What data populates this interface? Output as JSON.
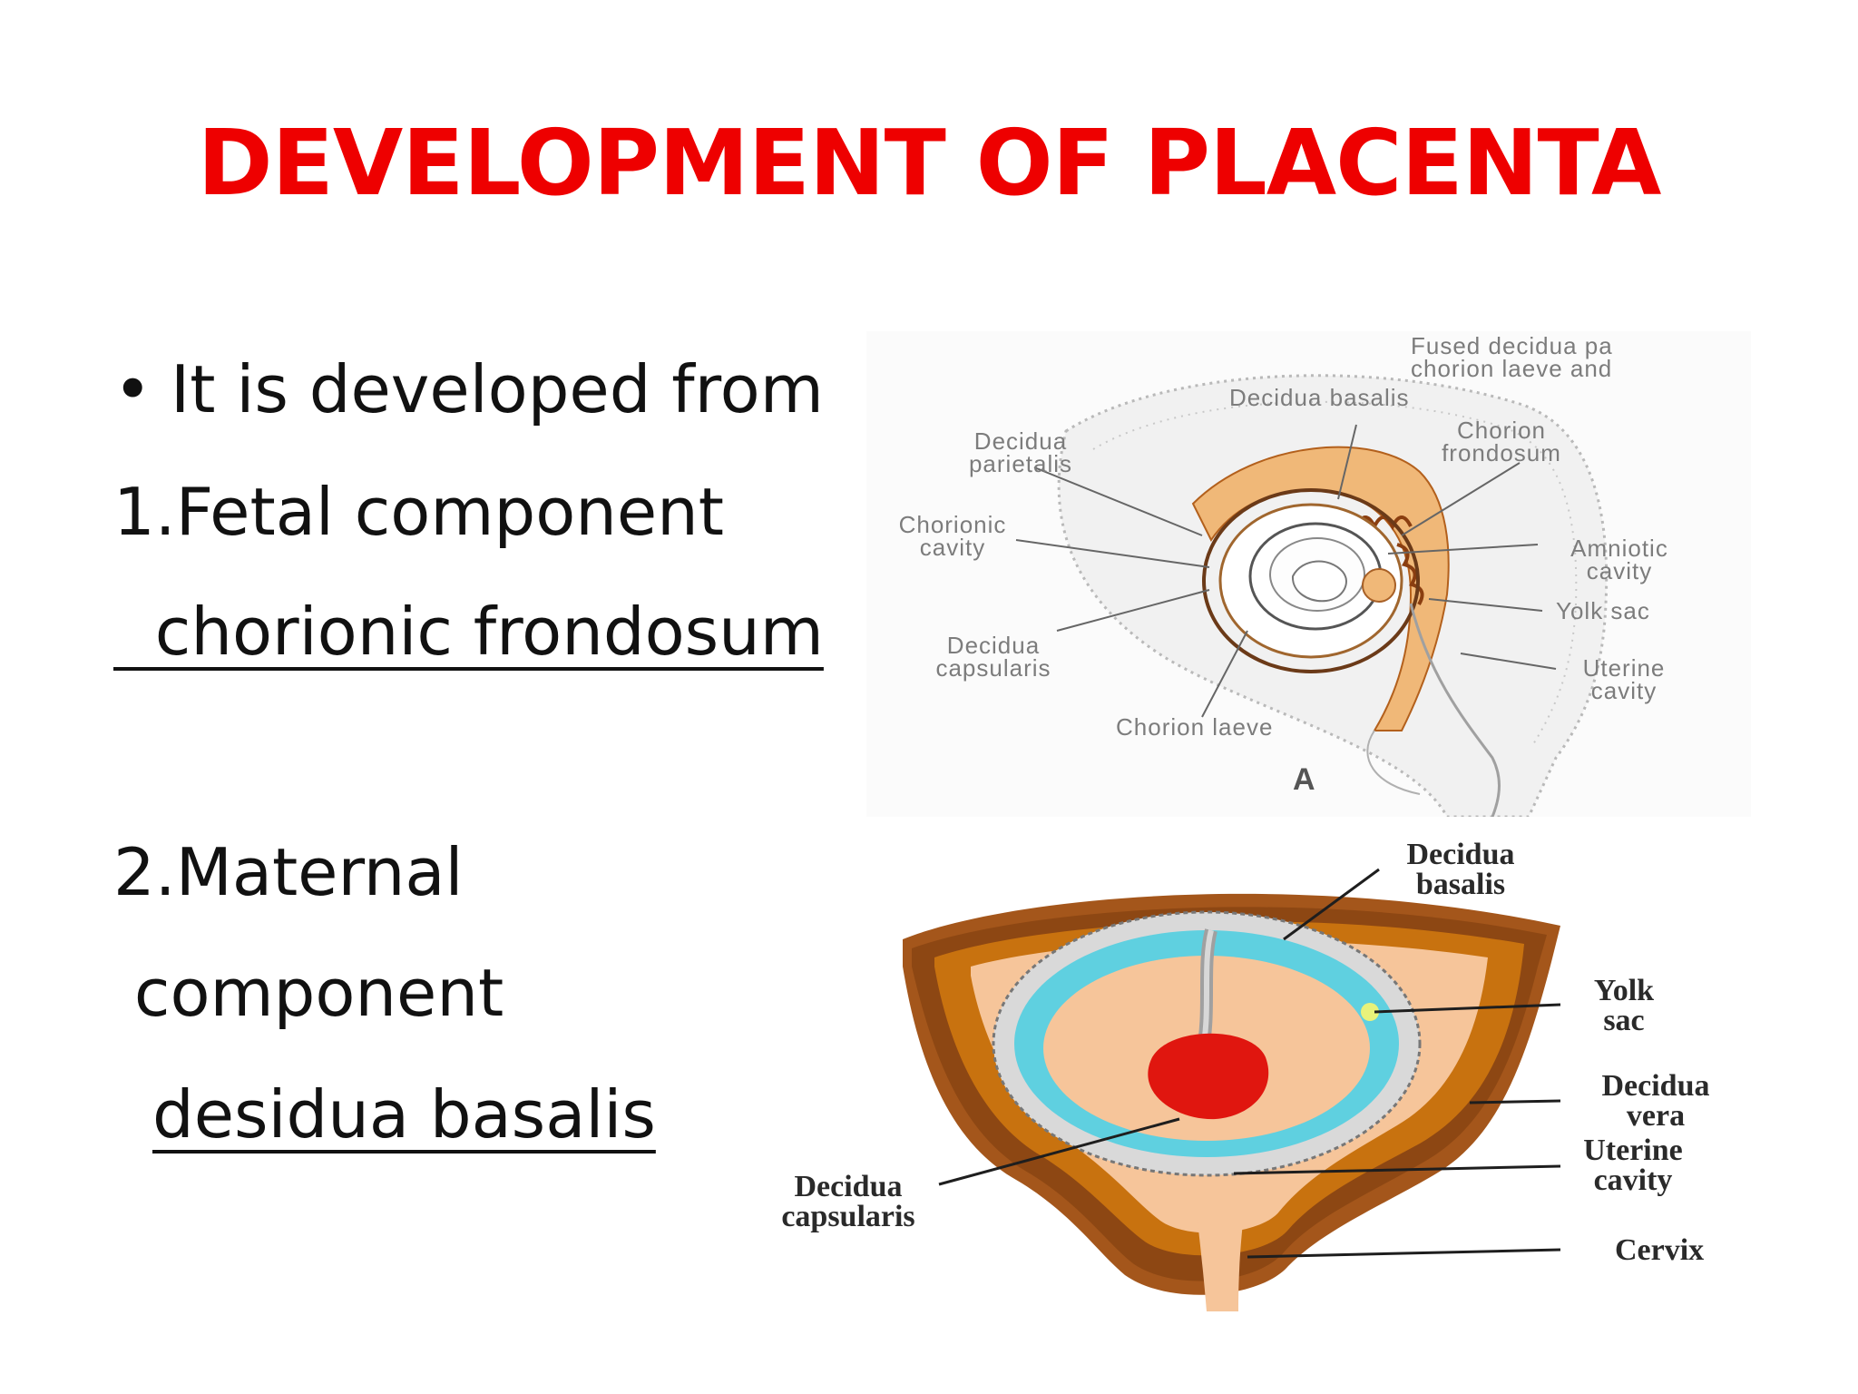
{
  "slide": {
    "title": "DEVELOPMENT OF PLACENTA",
    "bullet_symbol": "•",
    "bullet_text": "It is developed from",
    "fetal_heading": "1.Fetal component",
    "fetal_item": "  chorionic frondosum",
    "maternal_heading": "2.Maternal",
    "maternal_heading_2": " component",
    "maternal_item": "desidua basalis"
  },
  "figure_a": {
    "label_fused_1": "Fused decidua pa",
    "label_fused_2": "chorion laeve and",
    "label_decidua_basalis": "Decidua basalis",
    "label_chorion_1": "Chorion",
    "label_chorion_2": "frondosum",
    "label_parietalis_1": "Decidua",
    "label_parietalis_2": "parietalis",
    "label_chorionic_1": "Chorionic",
    "label_chorionic_2": "cavity",
    "label_amniotic_1": "Amniotic",
    "label_amniotic_2": "cavity",
    "label_yolk": "Yolk sac",
    "label_capsularis_1": "Decidua",
    "label_capsularis_2": "capsularis",
    "label_uterine_1": "Uterine",
    "label_uterine_2": "cavity",
    "label_laeve": "Chorion laeve",
    "label_panel": "A"
  },
  "figure_b": {
    "label_basalis_1": "Decidua",
    "label_basalis_2": "basalis",
    "label_yolk_1": "Yolk",
    "label_yolk_2": "sac",
    "label_vera_1": "Decidua",
    "label_vera_2": "vera",
    "label_uterine_1": "Uterine",
    "label_uterine_2": "cavity",
    "label_capsularis_1": "Decidua",
    "label_capsularis_2": "capsularis",
    "label_cervix": "Cervix"
  },
  "colors": {
    "title": "#ee0000",
    "text": "#111111",
    "decidua_brown": "#9a4a12",
    "tissue_orange": "#c8720f",
    "tissue_peach": "#f7caa0",
    "chorion_cyan": "#5fd0e0",
    "embryo_red": "#e0160f"
  }
}
